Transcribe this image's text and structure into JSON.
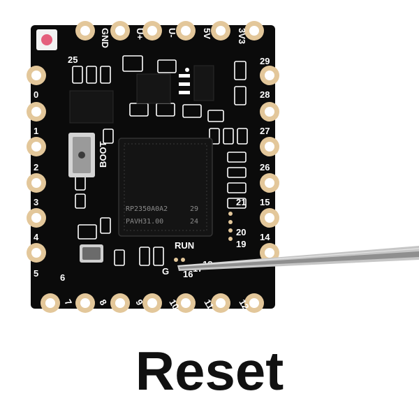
{
  "colors": {
    "board": "#0b0b0b",
    "pad": "#e3c79a",
    "chip": "#151515",
    "silkscreen": "#ffffff",
    "probe": "#b9b9b9",
    "caption": "#111111"
  },
  "board": {
    "top_labels": [
      "GND",
      "U+",
      "U-",
      "5V",
      "3V3"
    ],
    "left_labels": [
      "0",
      "1",
      "2",
      "3",
      "4",
      "5"
    ],
    "right_labels": [
      "29",
      "28",
      "27",
      "26",
      "15",
      "14"
    ],
    "bottom_labels": [
      "6",
      "7",
      "8",
      "9",
      "10",
      "11",
      "12"
    ],
    "corner_label": "25",
    "boot_label": "BOOT",
    "run_label": "RUN",
    "g_label": "G",
    "inner_labels": [
      "21",
      "20",
      "19"
    ],
    "probe_labels": [
      "16",
      "17",
      "18"
    ],
    "chip_text_line1": "RP2350A0A2",
    "chip_text_line1_suffix": "29",
    "chip_text_line2": "PAVH31.00",
    "chip_text_line2_suffix": "24"
  },
  "caption": "Reset"
}
